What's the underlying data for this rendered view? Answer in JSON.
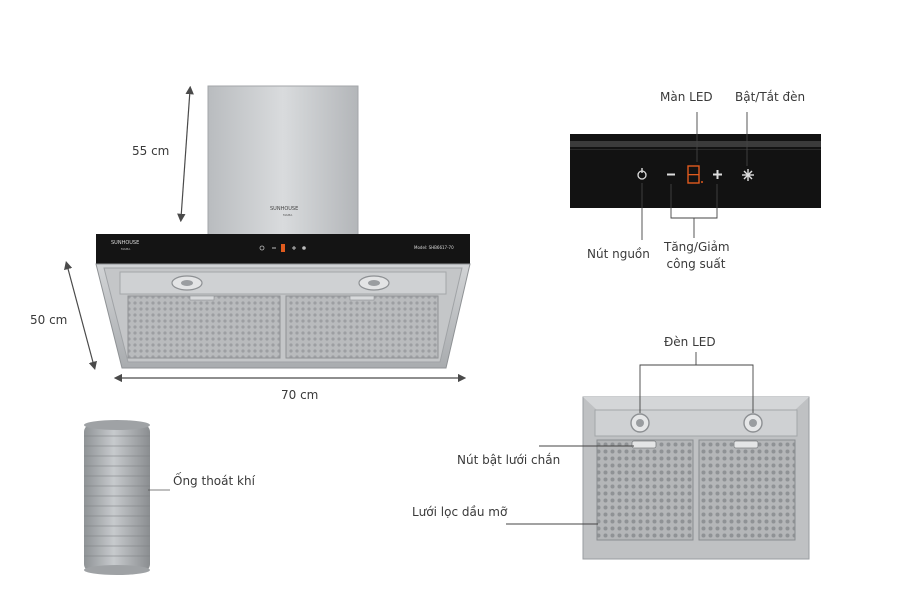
{
  "dimensions": {
    "height_label": "55 cm",
    "depth_label": "50 cm",
    "width_label": "70 cm"
  },
  "hood": {
    "brand_left": "SUNHOUSE",
    "brand_left_sub": "MAMA",
    "brand_chimney": "SUNHOUSE",
    "brand_chimney_sub": "MAMA",
    "model": "Model: SHB6617-70"
  },
  "control_panel": {
    "led_screen_label": "Màn LED",
    "light_toggle_label": "Bật/Tắt đèn",
    "power_button_label": "Nút nguồn",
    "power_label_line1": "Tăng/Giảm",
    "power_label_line2": "công suất",
    "display_value": "8.",
    "minus_symbol": "−",
    "plus_symbol": "+",
    "light_symbol": "✱",
    "power_symbol": "⏻"
  },
  "underside": {
    "led_lights_label": "Đèn LED",
    "filter_latch_label": "Nút bật lưới chắn",
    "grease_filter_label": "Lưới lọc dầu mỡ"
  },
  "duct": {
    "label": "Ống thoát khí"
  },
  "colors": {
    "steel": "#c7c9cb",
    "steel_dark": "#9fa2a5",
    "glass": "#111111",
    "arrow": "#4a4a4a",
    "display": "#e05b1e"
  }
}
